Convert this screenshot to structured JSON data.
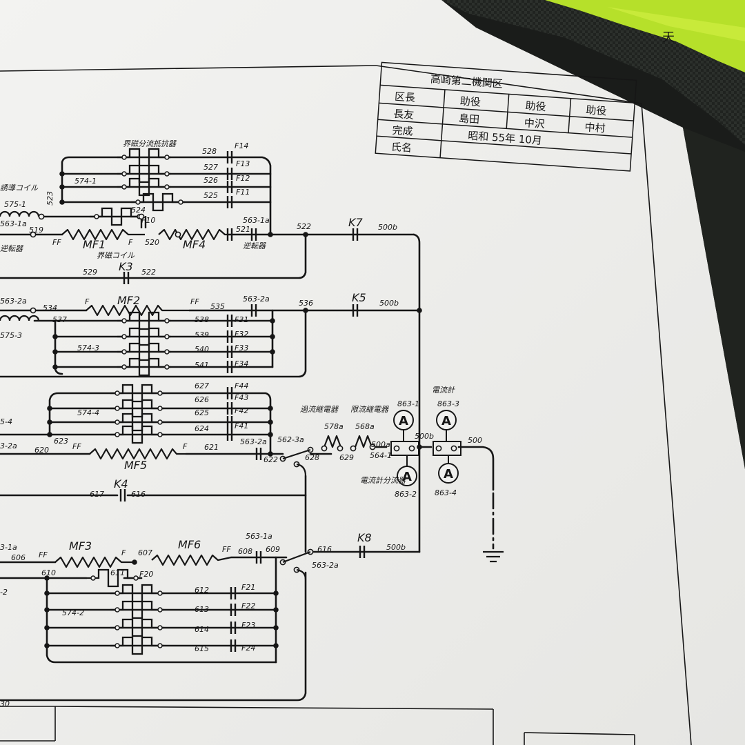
{
  "title_block": {
    "office": "高崎第二機関区",
    "r1": [
      "区長",
      "助役",
      "助役",
      "助役"
    ],
    "r2": [
      "長友",
      "島田",
      "中沢",
      "中村"
    ],
    "completed_label": "完成",
    "completed_value": "昭和 55年 10月",
    "name_label": "氏名"
  },
  "notes": {
    "resistor_group_top": "界磁分流抵抗器",
    "coil_top": "誘導コイル",
    "field_coil": "界磁コイル",
    "reverser_left": "逆転器",
    "reverser_right": "逆転器",
    "relay_overcurrent": "過流継電器",
    "relay_limit": "限流継電器",
    "ammeter": "電流計",
    "ammeter_shunt": "電流計分流器"
  },
  "wires": {
    "w575_1": "575-1",
    "w563_1a": "563-1a",
    "w519": "519",
    "w523": "523",
    "w574_1": "574-1",
    "w528": "528",
    "w527": "527",
    "w526": "526",
    "w525": "525",
    "w524": "524",
    "w563_1a_b": "563-1a",
    "w521": "521",
    "w520": "520",
    "w522": "522",
    "w500b_1": "500b",
    "w529": "529",
    "w522_b": "522",
    "w563_2a": "563-2a",
    "w534": "534",
    "w537": "537",
    "w575_3": "575-3",
    "w535": "535",
    "w563_2a_b": "563-2a",
    "w536": "536",
    "w500b_2": "500b",
    "w538": "538",
    "w539": "539",
    "w540": "540",
    "w541": "541",
    "w574_3": "574-3",
    "w627": "627",
    "w626": "626",
    "w625": "625",
    "w624": "624",
    "w574_4": "574-4",
    "w5_4": "5-4",
    "w3_2a": "3-2a",
    "w623": "623",
    "w620": "620",
    "w621": "621",
    "w563_2a_c": "563-2a",
    "w562_3a": "562-3a",
    "w622": "622",
    "w628": "628",
    "w578a": "578a",
    "w629": "629",
    "w568a": "568a",
    "w500a": "500a",
    "w564_1": "564-1",
    "w500b_3": "500b",
    "w500": "500",
    "w863_1": "863-1",
    "w863_2": "863-2",
    "w863_3": "863-3",
    "w863_4": "863-4",
    "w617": "617",
    "w616": "616",
    "w3_1a": "3-1a",
    "w606": "606",
    "w610": "610",
    "w2": "-2",
    "w607": "607",
    "w608": "608",
    "w563_1a_c": "563-1a",
    "w609": "609",
    "w616_b": "616",
    "w563_2a_d": "563-2a",
    "w500b_4": "500b",
    "w611": "611",
    "w612": "612",
    "w613": "613",
    "w614": "614",
    "w615": "615",
    "w574_2": "574-2",
    "w30": "30"
  },
  "components": {
    "K7": "K7",
    "K3": "K3",
    "K5": "K5",
    "K4": "K4",
    "K8": "K8",
    "F14": "F14",
    "F13": "F13",
    "F12": "F12",
    "F11": "F11",
    "F10": "F10",
    "MF1": "MF1",
    "MF4": "MF4",
    "MF2": "MF2",
    "MF5": "MF5",
    "MF3": "MF3",
    "MF6": "MF6",
    "F31": "F31",
    "F32": "F32",
    "F33": "F33",
    "F34": "F34",
    "F44": "F44",
    "F43": "F43",
    "F42": "F42",
    "F41": "F41",
    "F20": "F20",
    "F21": "F21",
    "F22": "F22",
    "F23": "F23",
    "F24": "F24",
    "FF": "FF",
    "F": "F",
    "A": "A"
  },
  "colors": {
    "paper": "#f1f1ef",
    "ink": "#161616",
    "green": "#b6e02a",
    "dark": "#1a1c1a"
  }
}
